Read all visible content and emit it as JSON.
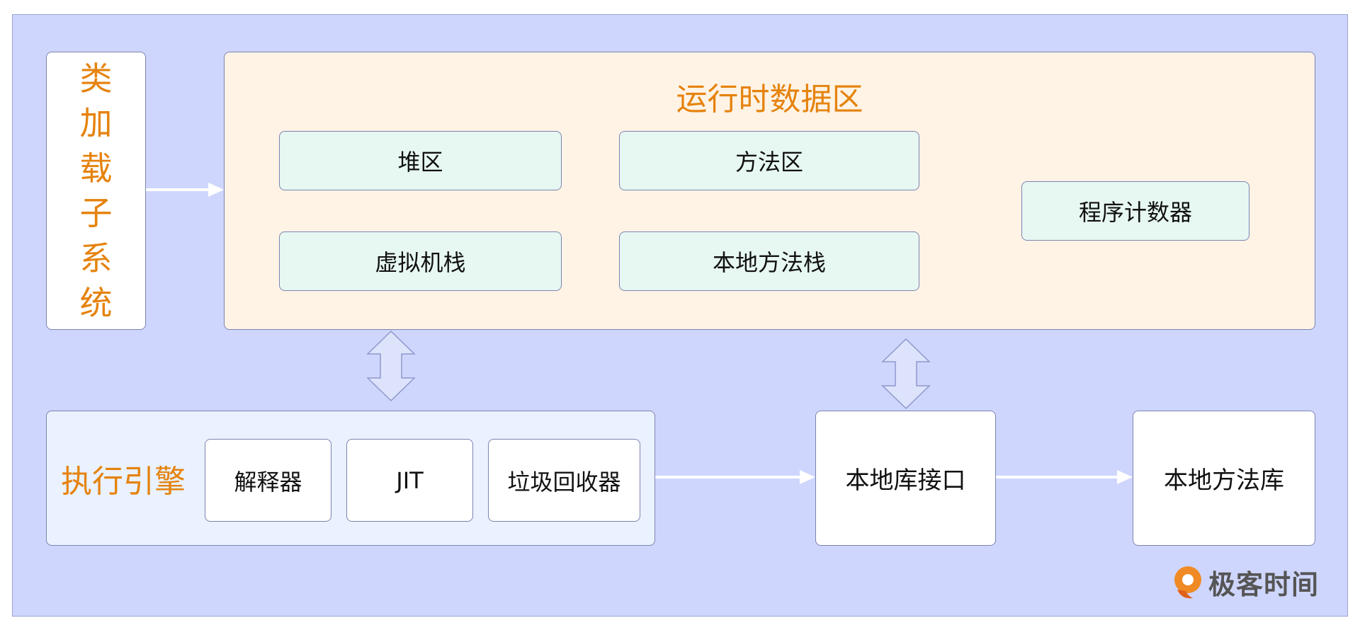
{
  "class_loader": {
    "chars": [
      "类",
      "加",
      "载",
      "子",
      "系",
      "统"
    ]
  },
  "runtime_area": {
    "title": "运行时数据区",
    "heap": "堆区",
    "method_area": "方法区",
    "vm_stack": "虚拟机栈",
    "native_method_stack": "本地方法栈",
    "program_counter": "程序计数器"
  },
  "execution_engine": {
    "title": "执行引擎",
    "interpreter": "解释器",
    "jit": "JIT",
    "gc": "垃圾回收器"
  },
  "native_interface": "本地库接口",
  "native_library": "本地方法库",
  "logo": {
    "text": "极客时间",
    "icon": "geektime-logo-icon"
  },
  "colors": {
    "background": "#cfd6fd",
    "accent": "#e5830e",
    "runtime_fill": "#fff3e5",
    "memory_fill": "#e7f7f2",
    "engine_fill": "#eaf1ff"
  }
}
